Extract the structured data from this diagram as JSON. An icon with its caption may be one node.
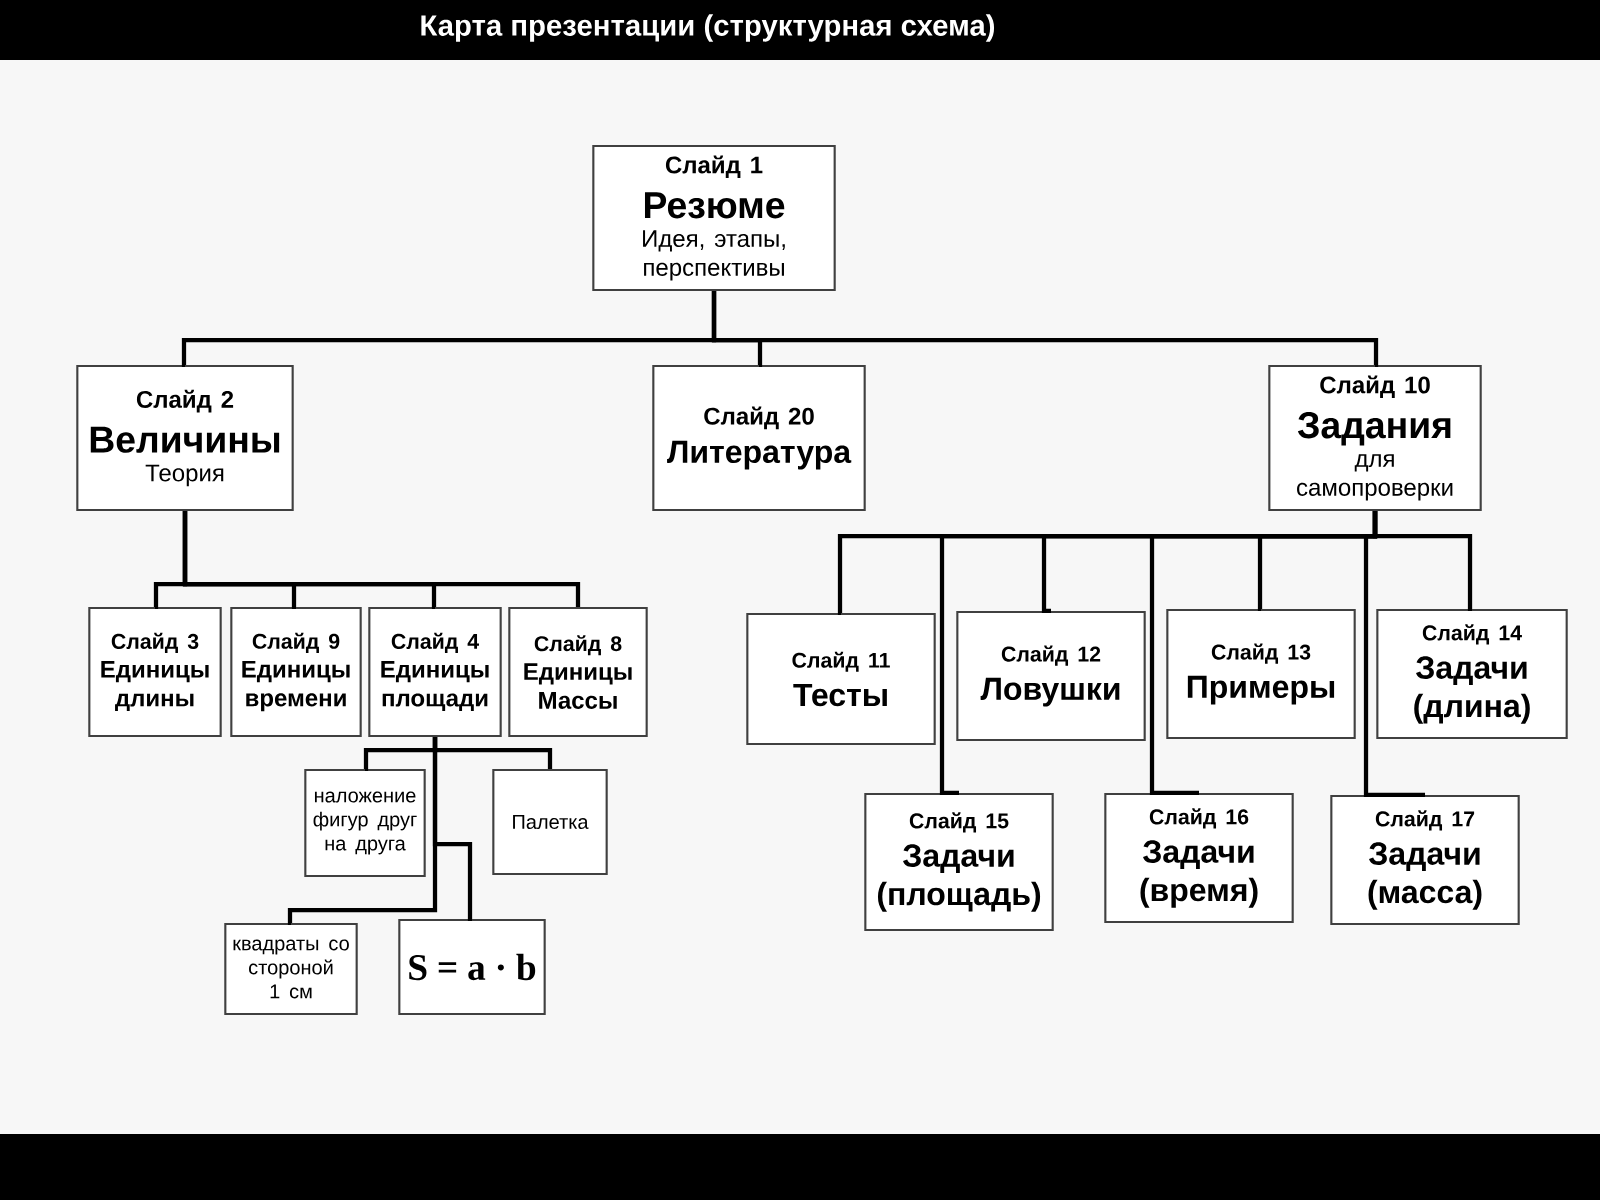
{
  "diagram": {
    "title": "Карта презентации (структурная схема)",
    "nodes": [
      {
        "text": [
          "Слайд 1",
          "Резюме",
          "Идея, этапы, перспективы"
        ]
      },
      {
        "text": [
          "Слайд 2",
          "Величины",
          "Теория"
        ]
      },
      {
        "text": [
          "Слайд 20",
          "Литература"
        ]
      },
      {
        "text": [
          "Слайд 10",
          "Задания",
          "для самопроверки"
        ]
      },
      {
        "text": [
          "Слайд 3",
          "Единицы длины"
        ]
      },
      {
        "text": [
          "Слайд 9",
          "Единицы времени"
        ]
      },
      {
        "text": [
          "Слайд 4",
          "Единицы площади"
        ]
      },
      {
        "text": [
          "Слайд 8",
          "Единицы Массы"
        ]
      },
      {
        "text": [
          "наложение фигур друг на друга"
        ]
      },
      {
        "text": [
          "Палетка"
        ]
      },
      {
        "text": [
          "квадраты со стороной 1 см"
        ]
      },
      {
        "text": [
          "S = a · b"
        ]
      },
      {
        "text": [
          "Слайд 11",
          "Тесты"
        ]
      },
      {
        "text": [
          "Слайд 12",
          "Ловушки"
        ]
      },
      {
        "text": [
          "Слайд 13",
          "Примеры"
        ]
      },
      {
        "text": [
          "Слайд 14",
          "Задачи (длина)"
        ]
      },
      {
        "text": [
          "Слайд 15",
          "Задачи (площадь)"
        ]
      },
      {
        "text": [
          "Слайд 16",
          "Задачи (время)"
        ]
      },
      {
        "text": [
          "Слайд 17",
          "Задачи (масса)"
        ]
      }
    ],
    "edges": [
      {
        "from": 0,
        "to": 1,
        "arrow": "none"
      },
      {
        "from": 0,
        "to": 2,
        "arrow": "none"
      },
      {
        "from": 0,
        "to": 3,
        "arrow": "none"
      },
      {
        "from": 1,
        "to": 4,
        "arrow": "none"
      },
      {
        "from": 1,
        "to": 5,
        "arrow": "none"
      },
      {
        "from": 1,
        "to": 6,
        "arrow": "none"
      },
      {
        "from": 1,
        "to": 7,
        "arrow": "none"
      },
      {
        "from": 6,
        "to": 8,
        "arrow": "none"
      },
      {
        "from": 6,
        "to": 9,
        "arrow": "none"
      },
      {
        "from": 6,
        "to": 10,
        "arrow": "none"
      },
      {
        "from": 6,
        "to": 11,
        "arrow": "none"
      },
      {
        "from": 3,
        "to": 12,
        "arrow": "none"
      },
      {
        "from": 3,
        "to": 13,
        "arrow": "none"
      },
      {
        "from": 3,
        "to": 14,
        "arrow": "none"
      },
      {
        "from": 3,
        "to": 15,
        "arrow": "none"
      },
      {
        "from": 3,
        "to": 16,
        "arrow": "none"
      },
      {
        "from": 3,
        "to": 17,
        "arrow": "none"
      },
      {
        "from": 3,
        "to": 18,
        "arrow": "none"
      }
    ]
  }
}
